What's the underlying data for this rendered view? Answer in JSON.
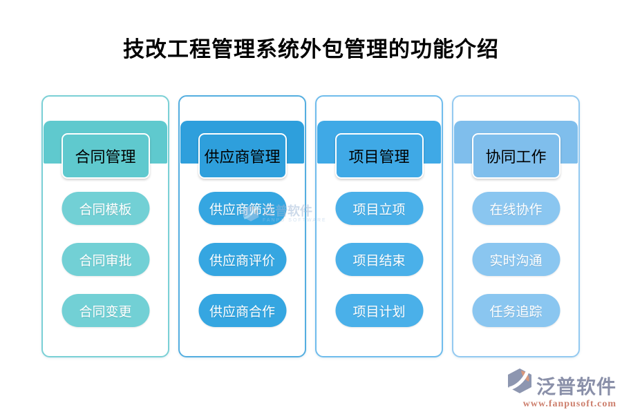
{
  "title": "技改工程管理系统外包管理的功能介绍",
  "columns": [
    {
      "header": "合同管理",
      "items": [
        "合同模板",
        "合同审批",
        "合同变更"
      ],
      "colors": {
        "border": "#7ad0d5",
        "band": "#5fc9ce",
        "button": "#72d0d5"
      }
    },
    {
      "header": "供应商管理",
      "items": [
        "供应商筛选",
        "供应商评价",
        "供应商合作"
      ],
      "colors": {
        "border": "#54aee0",
        "band": "#2e9fdc",
        "button": "#35a6e1"
      }
    },
    {
      "header": "项目管理",
      "items": [
        "项目立项",
        "项目结束",
        "项目计划"
      ],
      "colors": {
        "border": "#6fbcec",
        "band": "#3fa9e6",
        "button": "#4ab0e9"
      }
    },
    {
      "header": "协同工作",
      "items": [
        "在线协作",
        "实时沟通",
        "任务追踪"
      ],
      "colors": {
        "border": "#93c9f0",
        "band": "#7fbeec",
        "button": "#8ac6f0"
      }
    }
  ],
  "center_watermark": {
    "name": "泛普软件",
    "subtext": "FANPU SOFTWARE"
  },
  "brand": {
    "name": "泛普软件",
    "url": "www.fanpusoft.com",
    "colors": {
      "name": "#8a90a9",
      "url": "#cd7f6d",
      "badge": "#8d96b0",
      "leaf": "#d9977b"
    }
  }
}
